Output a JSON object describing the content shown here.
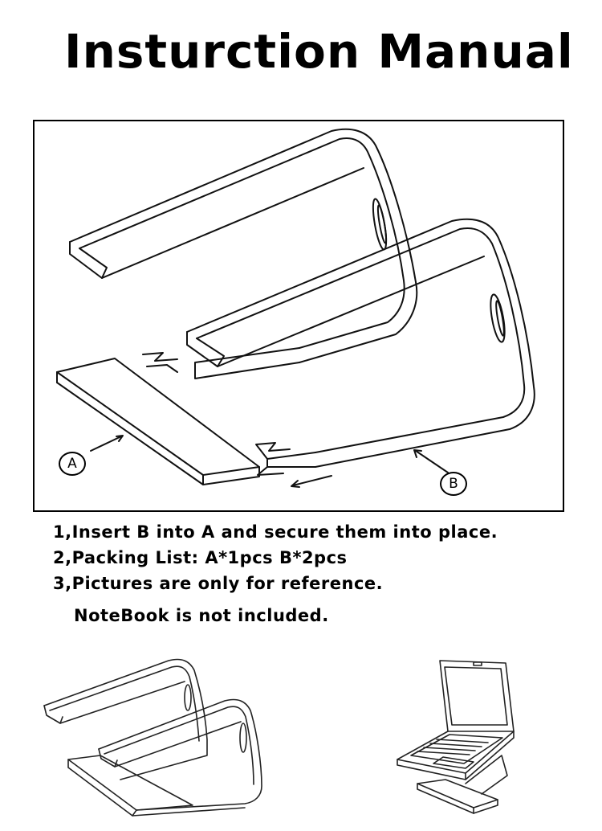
{
  "title": "Insturction Manual",
  "diagram": {
    "label_a": "A",
    "label_b": "B"
  },
  "instructions": {
    "step1": "1,Insert B into A and secure them into place.",
    "step2": "2,Packing List: A*1pcs B*2pcs",
    "step3": "3,Pictures are only for reference.",
    "step3_cont": "NoteBook is not included."
  },
  "illustrations": {
    "stand_icon": "laptop-stand-assembled",
    "laptop_icon": "laptop-on-stand"
  }
}
